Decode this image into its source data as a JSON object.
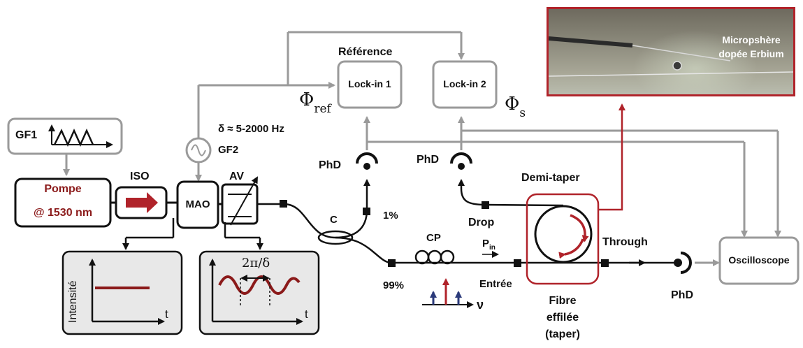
{
  "photo": {
    "caption_line1": "Micropshère",
    "caption_line2": "dopée Erbium"
  },
  "sources": {
    "gf1": "GF1",
    "gf2": "GF2",
    "pump_line1": "Pompe",
    "pump_line2": "@ 1530 nm",
    "iso": "ISO",
    "mao": "MAO",
    "av": "AV",
    "delta_range": "δ ≈ 5-2000 Hz"
  },
  "lockins": {
    "reference": "Référence",
    "lockin1": "Lock-in 1",
    "lockin2": "Lock-in 2",
    "phi_ref_symbol": "Φ",
    "phi_ref_sub": "ref",
    "phi_s_symbol": "Φ",
    "phi_s_sub": "s"
  },
  "detectors": {
    "phd": "PhD"
  },
  "coupler": {
    "c": "C",
    "one_percent": "1%",
    "ninety_nine_percent": "99%",
    "cp": "CP",
    "p_in_main": "P",
    "p_in_sub": "in",
    "entree": "Entrée",
    "nu": "ν"
  },
  "resonator": {
    "demi_taper": "Demi-taper",
    "drop": "Drop",
    "through": "Through",
    "fibre_line1": "Fibre",
    "fibre_line2": "effilée",
    "fibre_line3": "(taper)"
  },
  "oscilloscope": "Oscilloscope",
  "insets": {
    "intensity_ylabel": "Intensité",
    "t_label": "t",
    "period_label": "2π/δ"
  },
  "colors": {
    "dark_red": "#8b1a1a",
    "frame_red": "#b0232a",
    "grey_line": "#9a9a9a",
    "navy": "#2b3a7a"
  }
}
